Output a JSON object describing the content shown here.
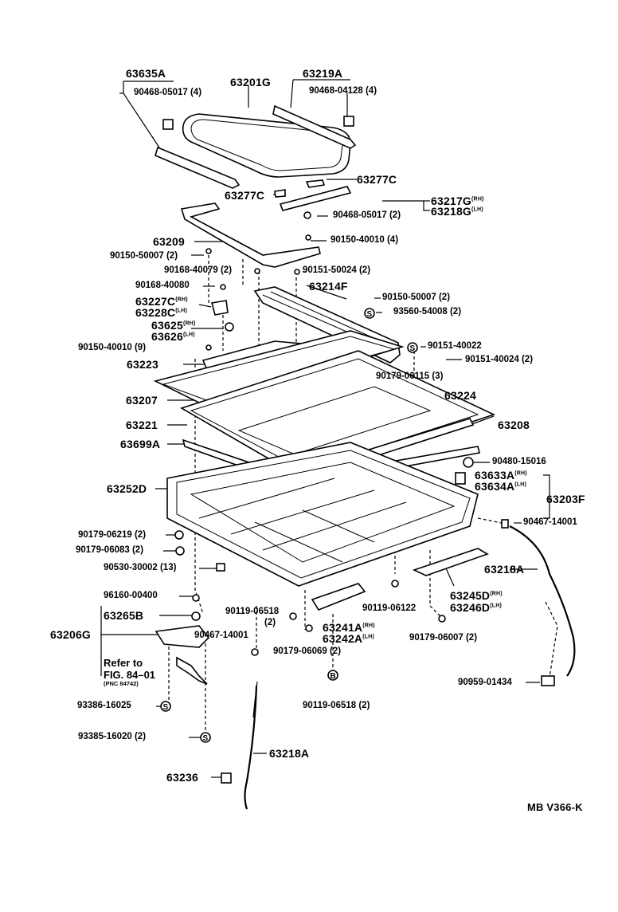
{
  "labels": {
    "p63635A": "63635A",
    "p90468_05017a": "90468-05017 (4)",
    "p63201G": "63201G",
    "p63219A": "63219A",
    "p90468_04128": "90468-04128 (4)",
    "p63277C_a": "63277C",
    "p63277C_b": "63277C",
    "p63217G": "63217G",
    "p63218G": "63218G",
    "rh": "(RH)",
    "lh": "(LH)",
    "p90468_05017b": "90468-05017 (2)",
    "p63209": "63209",
    "p90150_40010": "90150-40010 (4)",
    "p90150_50007a": "90150-50007 (2)",
    "p90168_40079": "90168-40079 (2)",
    "p90151_50024": "90151-50024 (2)",
    "p90168_40080": "90168-40080",
    "p63214F": "63214F",
    "p63227C": "63227C",
    "p63228C": "63228C",
    "p90150_50007b": "90150-50007 (2)",
    "p93560_54008": "93560-54008 (2)",
    "p63625": "63625",
    "p63626": "63626",
    "p90150_40010b": "90150-40010 (9)",
    "p90151_40022": "90151-40022",
    "p90151_40024": "90151-40024 (2)",
    "p63223": "63223",
    "p90179_06115": "90179-06115 (3)",
    "p63207": "63207",
    "p63224": "63224",
    "p63221": "63221",
    "p63208": "63208",
    "p63699A": "63699A",
    "p90480_15016": "90480-15016",
    "p63633A": "63633A",
    "p63634A": "63634A",
    "p63252D": "63252D",
    "p63203F": "63203F",
    "p90179_06219": "90179-06219 (2)",
    "p90467_14001a": "90467-14001",
    "p90179_06083": "90179-06083 (2)",
    "p90530_30002": "90530-30002 (13)",
    "p63218A_a": "63218A",
    "p96160_00400": "96160-00400",
    "p63265B": "63265B",
    "p63206G": "63206G",
    "p90119_06518a": "90119-06518",
    "p2": "(2)",
    "p90119_06122": "90119-06122",
    "p63245D": "63245D",
    "p63246D": "63246D",
    "p90467_14001b": "90467-14001",
    "p63241A": "63241A",
    "p63242A": "63242A",
    "p90179_06007": "90179-06007 (2)",
    "refer1": "Refer to",
    "refer2": "FIG. 84–01",
    "refer3": "(PNC 84742)",
    "p90179_06069": "90179-06069 (2)",
    "p93386_16025": "93386-16025",
    "p90119_06518b": "90119-06518 (2)",
    "p90959_01434": "90959-01434",
    "p93385_16020": "93385-16020 (2)",
    "p63218A_b": "63218A",
    "p63236": "63236",
    "footer": "MB V366-K",
    "symS": "S",
    "symB": "B"
  }
}
